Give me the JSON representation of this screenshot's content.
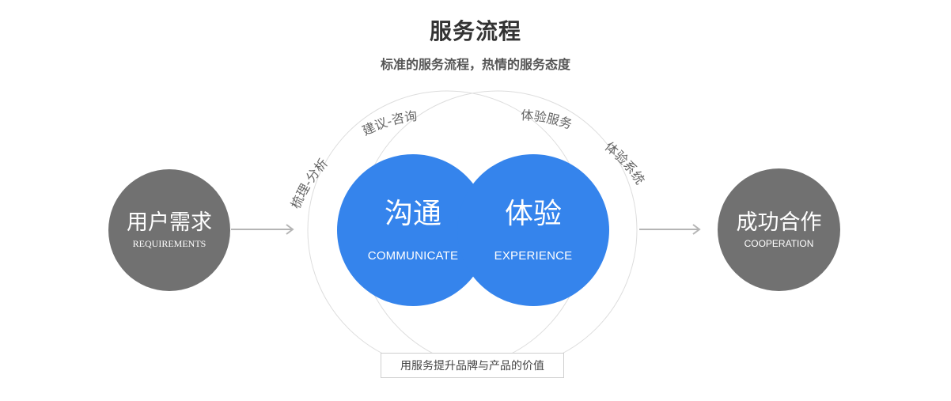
{
  "header": {
    "title": "服务流程",
    "subtitle": "标准的服务流程，热情的服务态度"
  },
  "left_node": {
    "title": "用户需求",
    "subtitle": "REQUIREMENTS"
  },
  "center_left": {
    "title": "沟通",
    "subtitle": "COMMUNICATE"
  },
  "center_right": {
    "title": "体验",
    "subtitle": "EXPERIENCE"
  },
  "right_node": {
    "title": "成功合作",
    "subtitle": "COOPERATION"
  },
  "arc_labels": {
    "left_outer": "梳理-分析",
    "left_top": "建议-咨询",
    "right_top": "体验服务",
    "right_outer": "体验系统"
  },
  "footer": {
    "caption": "用服务提升品牌与产品的价值"
  },
  "colors": {
    "blue": "#3584ec",
    "gray": "#717171",
    "ring": "#dddddd",
    "arrow": "#b5b5b5"
  }
}
